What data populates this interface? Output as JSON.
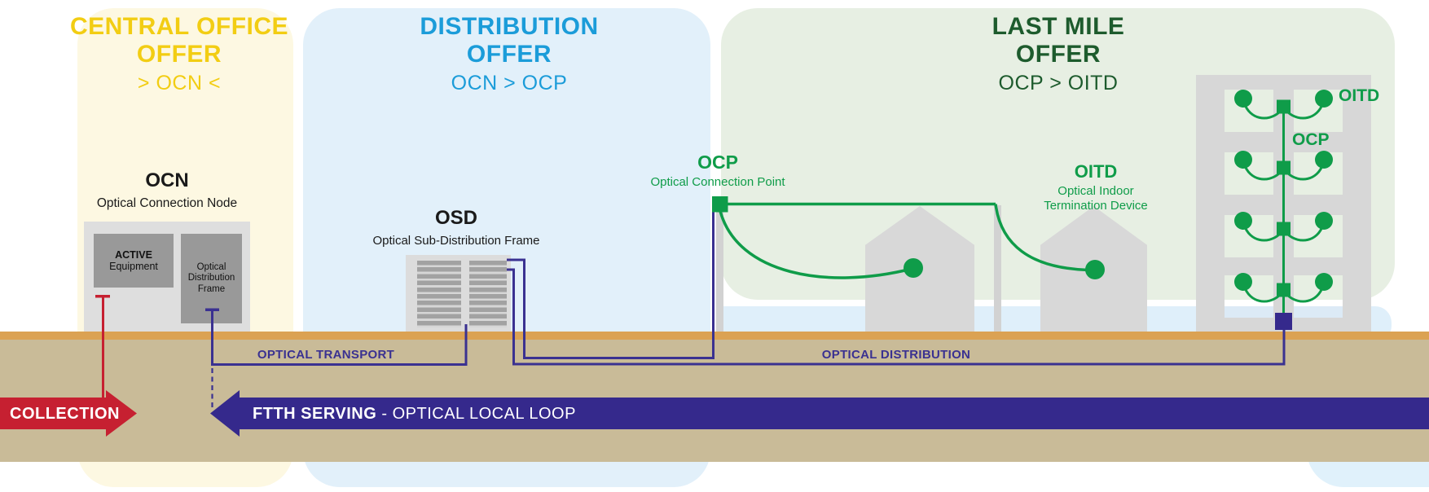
{
  "sections": [
    {
      "title1": "CENTRAL OFFICE",
      "title2": "OFFER",
      "subtitle": "> OCN <"
    },
    {
      "title1": "DISTRIBUTION",
      "title2": "OFFER",
      "subtitle": "OCN > OCP"
    },
    {
      "title1": "LAST MILE",
      "title2": "OFFER",
      "subtitle": "OCP > OITD"
    }
  ],
  "nodes": {
    "ocn": {
      "abbr": "OCN",
      "name": "Optical Connection Node"
    },
    "active_equipment": {
      "line1": "ACTIVE",
      "line2": "Equipment"
    },
    "odf": {
      "name": "Optical Distribution Frame"
    },
    "osd": {
      "abbr": "OSD",
      "name": "Optical Sub-Distribution Frame"
    },
    "ocp": {
      "abbr": "OCP",
      "name": "Optical Connection Point"
    },
    "oitd": {
      "abbr": "OITD",
      "name1": "Optical Indoor",
      "name2": "Termination Device"
    },
    "building": {
      "oitd": "OITD",
      "ocp": "OCP"
    }
  },
  "links": {
    "transport": "OPTICAL TRANSPORT",
    "distribution": "OPTICAL DISTRIBUTION"
  },
  "arrows": {
    "collection": "COLLECTION",
    "ftth_bold": "FTTH SERVING",
    "ftth_rest": " - OPTICAL LOCAL LOOP"
  },
  "colors": {
    "section_yellow": "#f2cd13",
    "section_blue": "#1b9cd9",
    "section_dark_green": "#1d5b2d",
    "fiber_green": "#0f9c49",
    "fiber_indigo": "#3a3191",
    "collection_red": "#c62031",
    "ground_tan": "#c9bb98",
    "ground_edge": "#dba253"
  }
}
